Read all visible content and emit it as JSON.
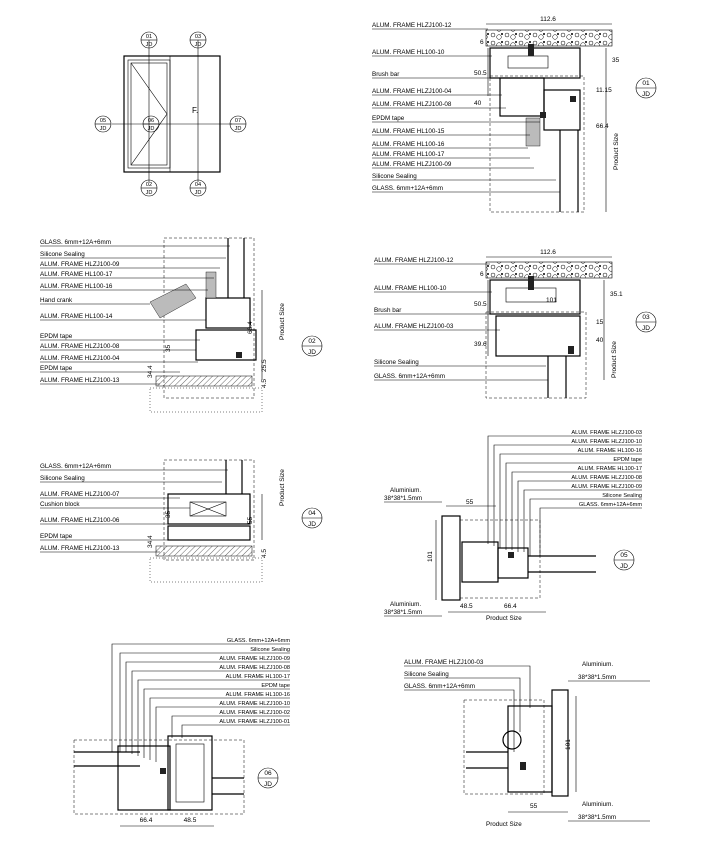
{
  "elevation": {
    "window_label": "F.",
    "tags": [
      {
        "num": "01",
        "sheet": "JD"
      },
      {
        "num": "03",
        "sheet": "JD"
      },
      {
        "num": "05",
        "sheet": "JD"
      },
      {
        "num": "06",
        "sheet": "JD"
      },
      {
        "num": "07",
        "sheet": "JD"
      },
      {
        "num": "02",
        "sheet": "JD"
      },
      {
        "num": "04",
        "sheet": "JD"
      }
    ]
  },
  "detail01": {
    "tag": {
      "num": "01",
      "sheet": "JD"
    },
    "labels": [
      "ALUM. FRAME HLZJ100-12",
      "ALUM. FRAME HL100-10",
      "Brush bar",
      "ALUM. FRAME HLZJ100-04",
      "ALUM. FRAME HLZJ100-08",
      "EPDM tape",
      "ALUM. FRAME HL100-15",
      "ALUM. FRAME HL100-16",
      "ALUM. FRAME HL100-17",
      "ALUM. FRAME HLZJ100-09",
      "Silicone Sealing",
      "GLASS. 6mm+12A+6mm"
    ],
    "dims": [
      "112.6",
      "6",
      "50.5",
      "40",
      "35",
      "11.15",
      "66.4"
    ],
    "product_size": "Product Size"
  },
  "detail02": {
    "tag": {
      "num": "02",
      "sheet": "JD"
    },
    "labels": [
      "GLASS. 6mm+12A+6mm",
      "Silicone Sealing",
      "ALUM. FRAME HLZJ100-09",
      "ALUM. FRAME HL100-17",
      "ALUM. FRAME HL100-16",
      "Hand crank",
      "ALUM. FRAME HL100-14",
      "EPDM tape",
      "ALUM. FRAME HLZJ100-08",
      "ALUM. FRAME HLZJ100-04",
      "EPDM tape",
      "ALUM. FRAME HLZJ100-13"
    ],
    "dims": [
      "66.4",
      "35",
      "25.5",
      "34.4",
      "4.5"
    ],
    "product_size": "Product Size"
  },
  "detail03": {
    "tag": {
      "num": "03",
      "sheet": "JD"
    },
    "labels": [
      "ALUM. FRAME HLZJ100-12",
      "ALUM. FRAME HL100-10",
      "Brush bar",
      "ALUM. FRAME HLZJ100-03",
      "Silicone Sealing",
      "GLASS. 6mm+12A+6mm"
    ],
    "dims": [
      "112.6",
      "6",
      "50.5",
      "35.1",
      "101",
      "39.6",
      "15",
      "40"
    ],
    "product_size": "Product Size"
  },
  "detail04": {
    "tag": {
      "num": "04",
      "sheet": "JD"
    },
    "labels": [
      "GLASS. 6mm+12A+6mm",
      "Silicone Sealing",
      "ALUM. FRAME HLZJ100-07",
      "Cushion block",
      "ALUM. FRAME HLZJ100-06",
      "EPDM tape",
      "ALUM. FRAME HLZJ100-13"
    ],
    "dims": [
      "55",
      "35",
      "34.4",
      "4.5"
    ],
    "product_size": "Product Size"
  },
  "detail05": {
    "tag": {
      "num": "05",
      "sheet": "JD"
    },
    "labels": [
      "ALUM. FRAME HLZJ100-03",
      "ALUM. FRAME HLZJ100-10",
      "ALUM. FRAME HL100-16",
      "EPDM tape",
      "ALUM. FRAME HL100-17",
      "ALUM. FRAME HLZJ100-08",
      "ALUM. FRAME HLZJ100-09",
      "Silicone Sealing",
      "GLASS. 6mm+12A+6mm"
    ],
    "aluminium_top": [
      "Aluminium.",
      "38*38*1.5mm"
    ],
    "aluminium_bottom": [
      "Aluminium.",
      "38*38*1.5mm"
    ],
    "dims": [
      "55",
      "101",
      "48.5",
      "66.4"
    ],
    "product_size": "Product Size"
  },
  "detail06": {
    "tag": {
      "num": "06",
      "sheet": "JD"
    },
    "labels": [
      "GLASS. 6mm+12A+6mm",
      "Silicone Sealing",
      "ALUM. FRAME HLZJ100-09",
      "ALUM. FRAME HLZJ100-08",
      "ALUM. FRAME HL100-17",
      "EPDM tape",
      "ALUM. FRAME HL100-16",
      "ALUM. FRAME HLZJ100-10",
      "ALUM. FRAME HLZJ100-02",
      "ALUM. FRAME HLZJ100-01"
    ],
    "dims": [
      "66.4",
      "48.5"
    ]
  },
  "detail07": {
    "labels": [
      "ALUM. FRAME HLZJ100-03",
      "Silicone Sealing",
      "GLASS. 6mm+12A+6mm"
    ],
    "aluminium_top": [
      "Aluminium.",
      "38*38*1.5mm"
    ],
    "aluminium_bottom": [
      "Aluminium.",
      "38*38*1.5mm"
    ],
    "dims": [
      "101",
      "55"
    ],
    "product_size": "Product Size"
  }
}
